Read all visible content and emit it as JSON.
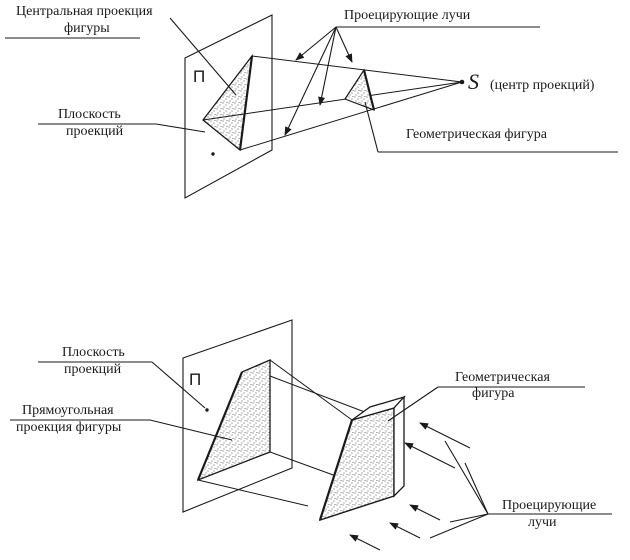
{
  "diagram_top": {
    "label_central_projection": [
      "Центральная проекция",
      "фигуры"
    ],
    "label_projecting_rays": "Проецирующие лучи",
    "label_plane": [
      "Плоскость",
      "проекций"
    ],
    "label_geometric_figure": "Геометрическая фигура",
    "center_symbol": "S",
    "center_caption": "(центр проекций)",
    "plane_letter": "П"
  },
  "diagram_bottom": {
    "label_plane": [
      "Плоскость",
      "проекций"
    ],
    "label_rectangular_projection": [
      "Прямоугольная",
      "проекция фигуры"
    ],
    "label_geometric_figure": [
      "Геометрическая",
      "фигура"
    ],
    "label_projecting_rays": [
      "Проецирующие",
      "лучи"
    ],
    "plane_letter": "П"
  }
}
